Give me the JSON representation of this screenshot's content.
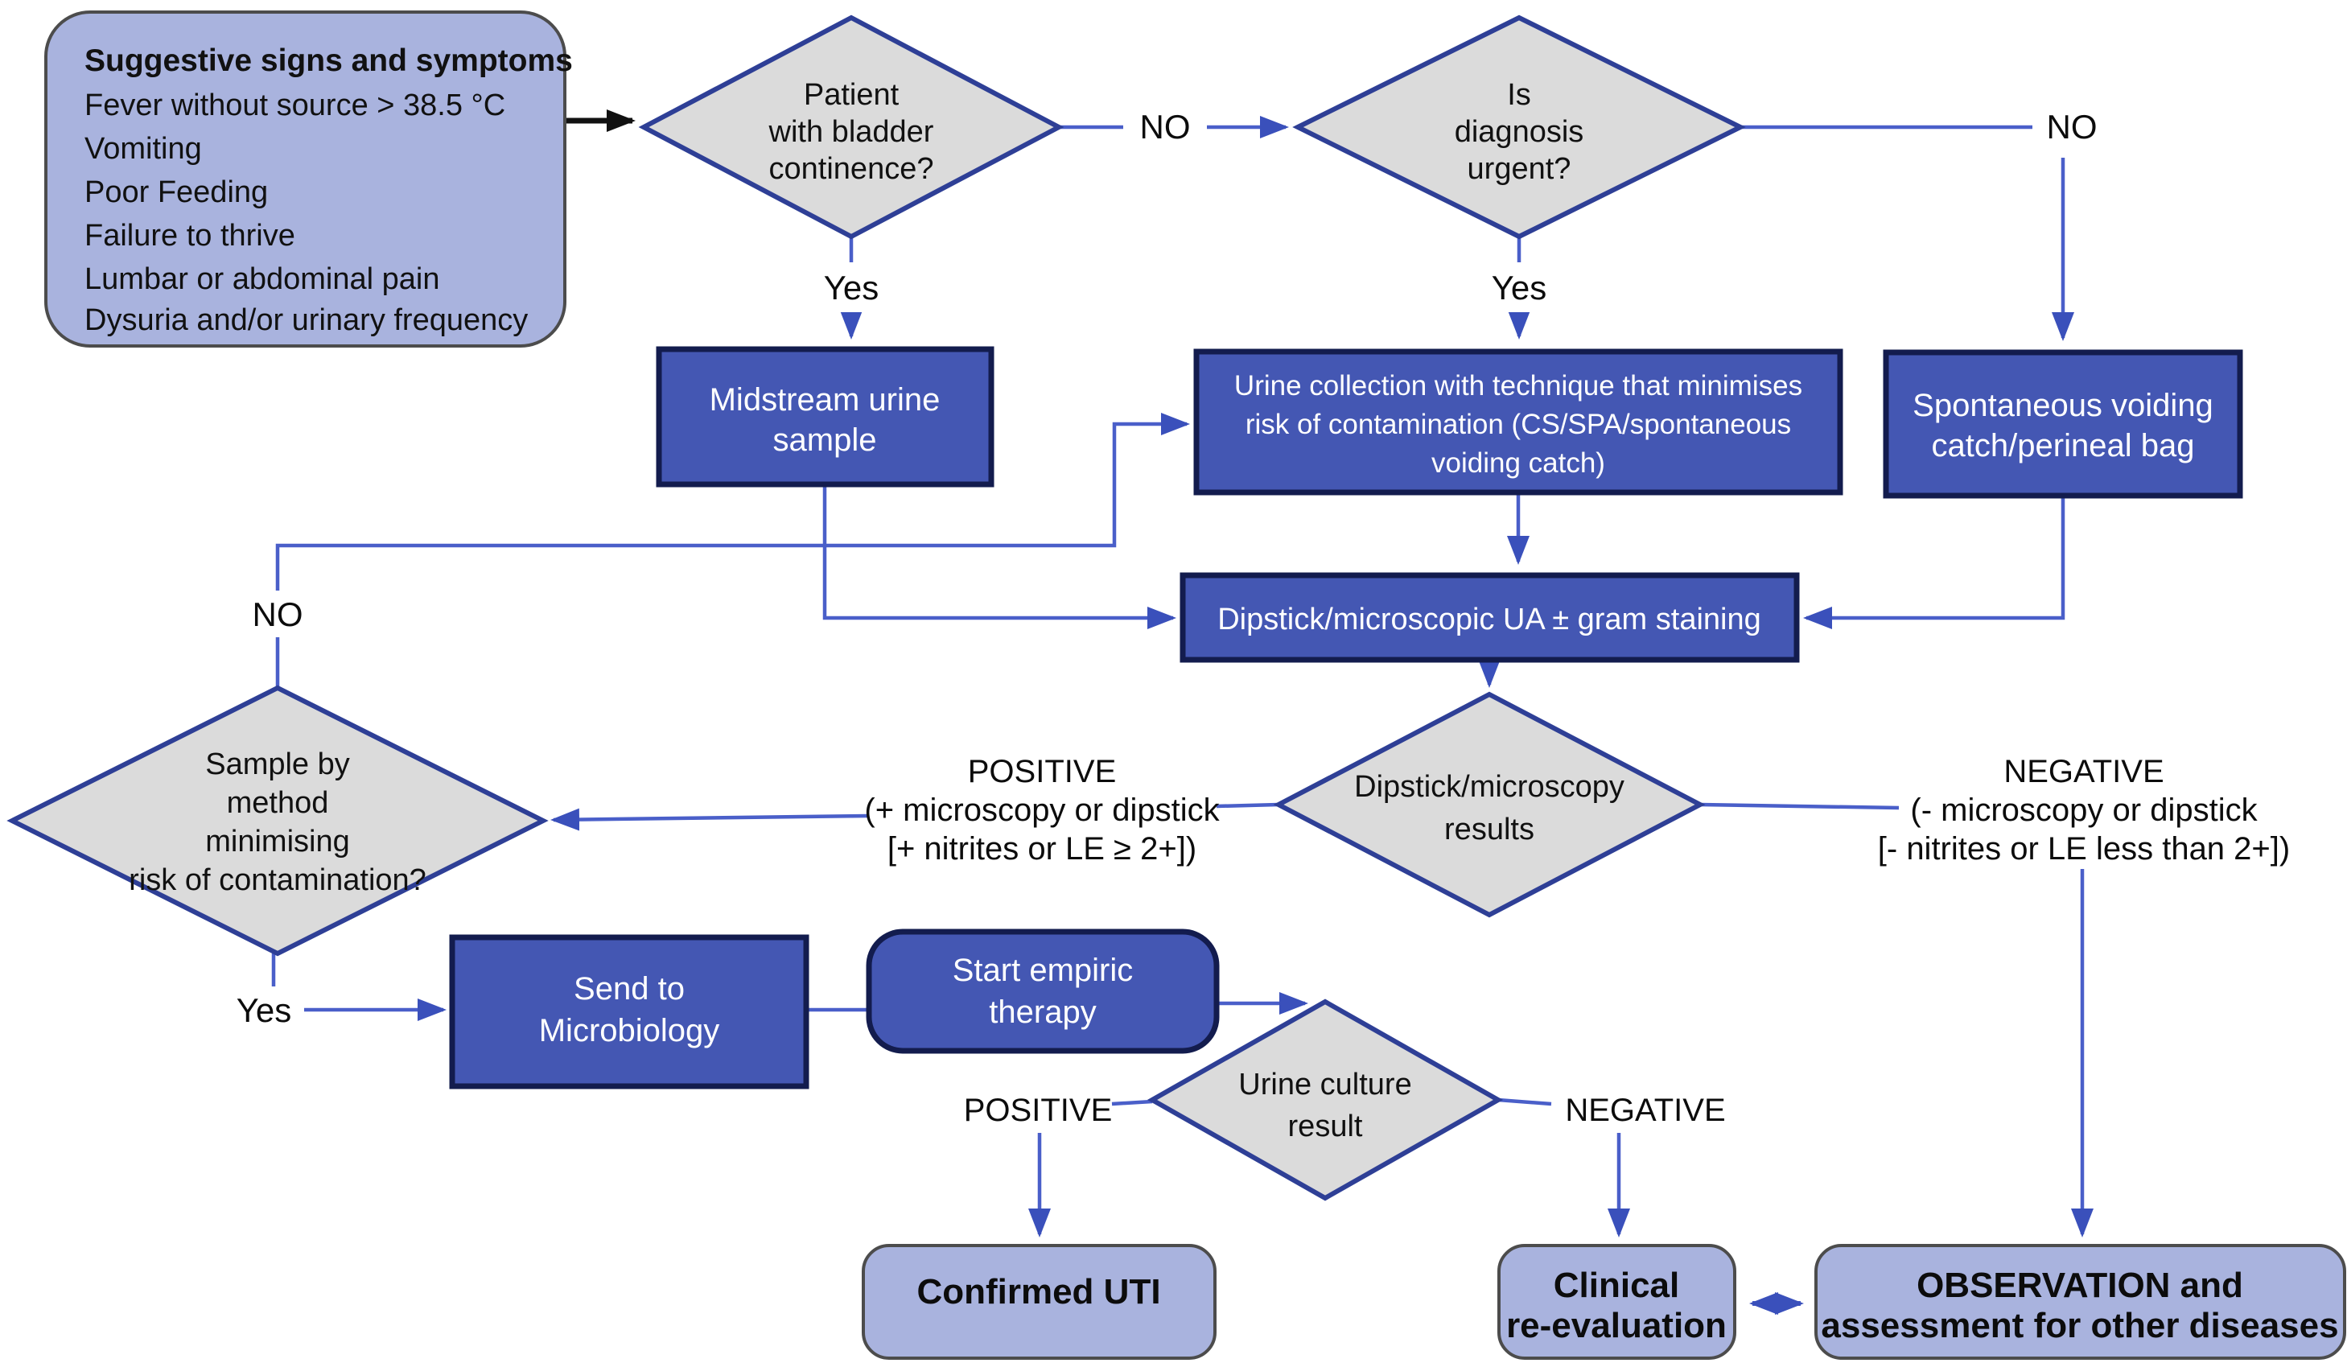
{
  "colors": {
    "periwinkle_fill": "#a9b3de",
    "periwinkle_stroke": "#4c4c4c",
    "blue_box_fill": "#4457b3",
    "blue_box_stroke": "#131c4e",
    "diamond_fill": "#dbdbdb",
    "diamond_stroke": "#2e3f96",
    "connector_blue": "#4a5fc9",
    "arrowhead_blue": "#3a50bb",
    "black": "#111111",
    "white_text": "#ffffff"
  },
  "nodes": {
    "symptoms": {
      "title": "Suggestive signs and symptoms",
      "items": [
        "Fever without source > 38.5 °C",
        "Vomiting",
        "Poor Feeding",
        "Failure to thrive",
        "Lumbar or abdominal pain",
        "Dysuria and/or urinary frequency"
      ]
    },
    "continence": {
      "lines": [
        "Patient",
        "with bladder",
        "continence?"
      ]
    },
    "urgent": {
      "lines": [
        "Is",
        "diagnosis",
        "urgent?"
      ]
    },
    "midstream": {
      "lines": [
        "Midstream urine",
        "sample"
      ]
    },
    "collection": {
      "lines": [
        "Urine collection with technique that minimises",
        "risk of contamination (CS/SPA/spontaneous",
        "voiding catch)"
      ]
    },
    "spontaneous": {
      "lines": [
        "Spontaneous voiding",
        "catch/perineal bag"
      ]
    },
    "dipstick": {
      "lines": [
        "Dipstick/microscopic UA ± gram staining"
      ]
    },
    "results": {
      "lines": [
        "Dipstick/microscopy",
        "results"
      ]
    },
    "sample_method": {
      "lines": [
        "Sample by",
        "method",
        "minimising",
        "risk of contamination?"
      ]
    },
    "send_micro": {
      "lines": [
        "Send to",
        "Microbiology"
      ]
    },
    "empiric": {
      "lines": [
        "Start empiric",
        "therapy"
      ]
    },
    "culture": {
      "lines": [
        "Urine culture",
        "result"
      ]
    },
    "confirmed": {
      "lines": [
        "Confirmed UTI"
      ]
    },
    "reevaluation": {
      "lines": [
        "Clinical",
        "re-evaluation"
      ]
    },
    "observation": {
      "lines": [
        "OBSERVATION and",
        "assessment for other diseases"
      ]
    }
  },
  "labels": {
    "yes_continence": "Yes",
    "no_continence": "NO",
    "yes_urgent": "Yes",
    "no_urgent": "NO",
    "no_sample_method": "NO",
    "yes_sample_method": "Yes",
    "positive_dipstick": [
      "POSITIVE",
      "(+ microscopy or dipstick",
      "[+ nitrites or LE ≥ 2+])"
    ],
    "negative_dipstick": [
      "NEGATIVE",
      "(- microscopy or dipstick",
      "[- nitrites or LE less than 2+])"
    ],
    "positive_culture": "POSITIVE",
    "negative_culture": "NEGATIVE"
  }
}
